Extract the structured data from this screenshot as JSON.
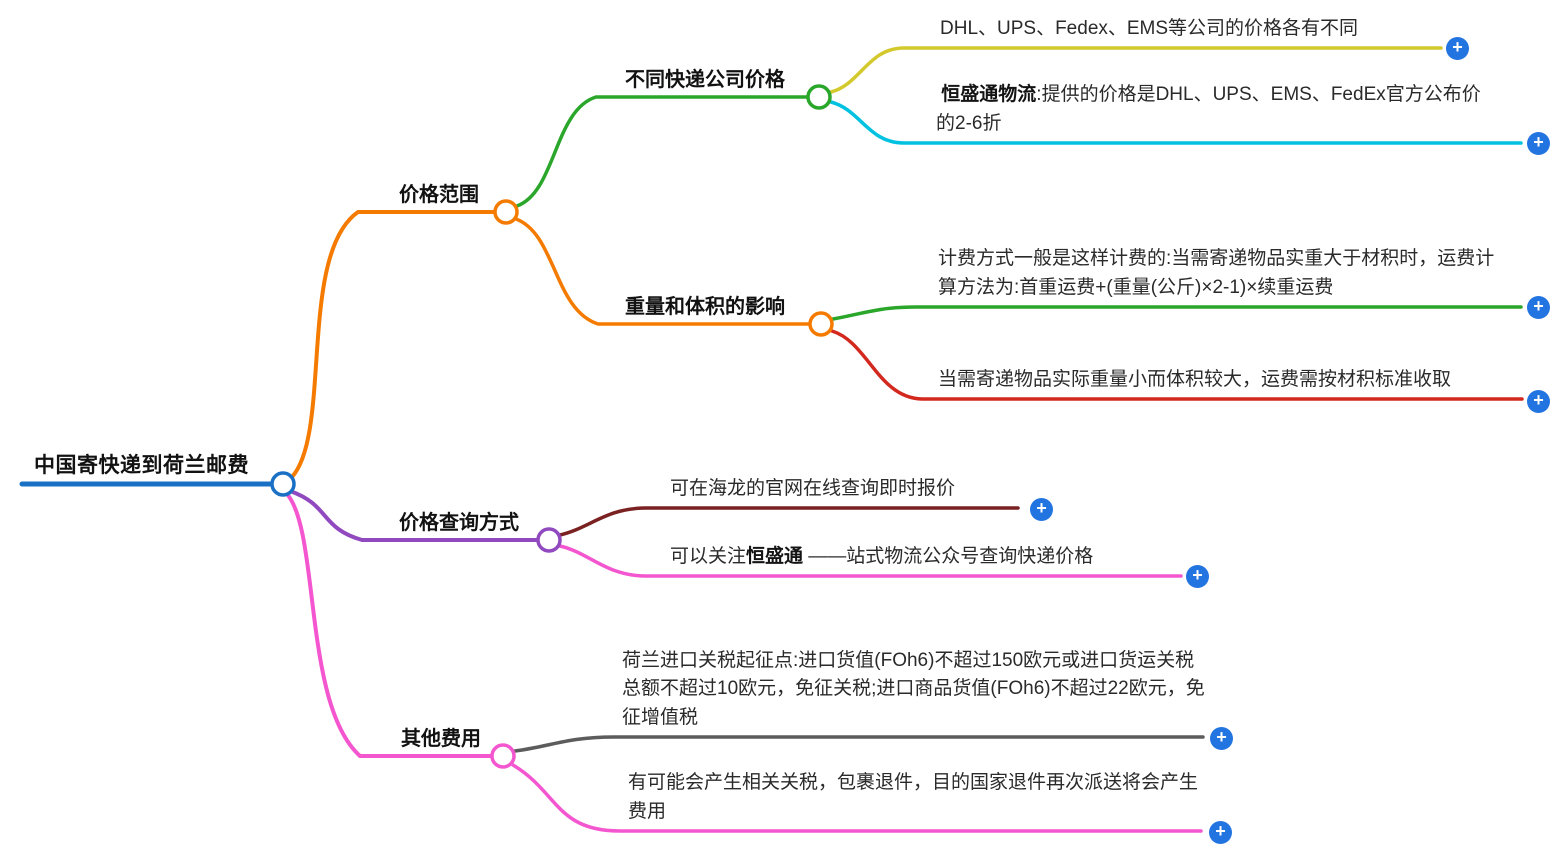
{
  "palette": {
    "root_blue": "#1a70c5",
    "plus_button_bg": "#2274e0",
    "text_dark": "#121212",
    "leaf_text": "#2a2a2a",
    "background": "#ffffff"
  },
  "mindmap": {
    "expand_icon": "+",
    "root": {
      "label": "中国寄快递到荷兰邮费",
      "color": "#1a70c5"
    },
    "branches": [
      {
        "label": "价格范围",
        "color": "#f57b00",
        "children": [
          {
            "label": "不同快递公司价格",
            "color": "#2aa72a",
            "leaves": [
              {
                "prefix": "",
                "bold": "",
                "text": "DHL、UPS、Fedex、EMS等公司的价格各有不同",
                "color": "#d3c92d"
              },
              {
                "prefix": " ",
                "bold": "恒盛通物流",
                "text": ":提供的价格是DHL、UPS、EMS、FedEx官方公布价的2-6折",
                "color": "#00c2e0"
              }
            ]
          },
          {
            "label": "重量和体积的影响",
            "color": "#f57b00",
            "leaves": [
              {
                "prefix": "",
                "bold": "",
                "text": "计费方式一般是这样计费的:当需寄递物品实重大于材积时，运费计算方法为:首重运费+(重量(公斤)×2-1)×续重运费",
                "color": "#2aa72a"
              },
              {
                "prefix": "",
                "bold": "",
                "text": "当需寄递物品实际重量小而体积较大，运费需按材积标准收取",
                "color": "#d3281e"
              }
            ]
          }
        ]
      },
      {
        "label": "价格查询方式",
        "color": "#9149c0",
        "leaves": [
          {
            "prefix": "",
            "bold": "",
            "text": "可在海龙的官网在线查询即时报价",
            "color": "#7a2121"
          },
          {
            "prefix": "可以关注",
            "bold": "恒盛通",
            "text": " ——站式物流公众号查询快递价格",
            "color": "#f356cf"
          }
        ]
      },
      {
        "label": "其他费用",
        "color": "#f356cf",
        "leaves": [
          {
            "prefix": "",
            "bold": "",
            "text": "荷兰进口关税起征点:进口货值(FOh6)不超过150欧元或进口货运关税总额不超过10欧元，免征关税;进口商品货值(FOh6)不超过22欧元，免征增值税",
            "color": "#5c5c5c"
          },
          {
            "prefix": "",
            "bold": "",
            "text": "有可能会产生相关关税，包裹退件，目的国家退件再次派送将会产生费用",
            "color": "#f356cf"
          }
        ]
      }
    ]
  }
}
